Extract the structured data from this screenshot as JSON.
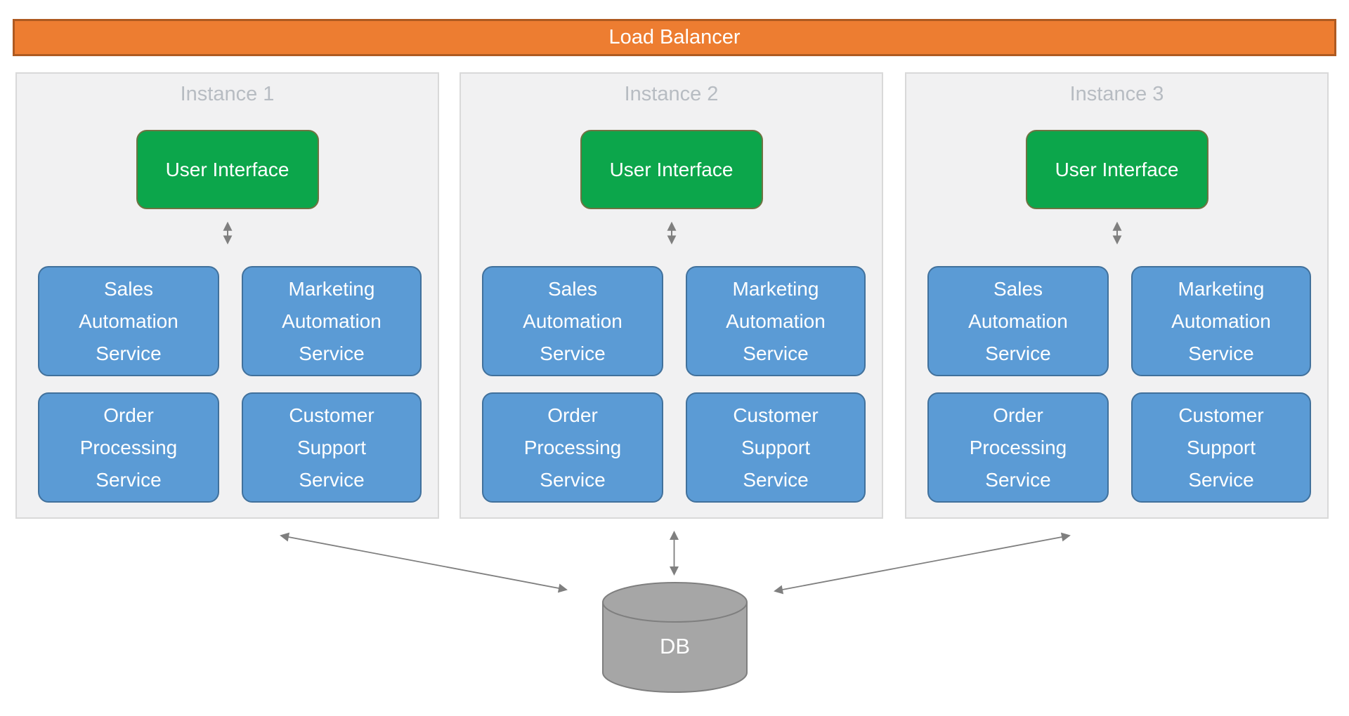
{
  "load_balancer": {
    "label": "Load Balancer",
    "fill": "#ED7D31",
    "border": "#AE5A21",
    "text_color": "#FFFFFF"
  },
  "instances": [
    {
      "title": "Instance 1",
      "ui_label": "User Interface",
      "services": [
        "Sales\nAutomation\nService",
        "Marketing\nAutomation\nService",
        "Order\nProcessing\nService",
        "Customer\nSupport\nService"
      ]
    },
    {
      "title": "Instance 2",
      "ui_label": "User Interface",
      "services": [
        "Sales\nAutomation\nService",
        "Marketing\nAutomation\nService",
        "Order\nProcessing\nService",
        "Customer\nSupport\nService"
      ]
    },
    {
      "title": "Instance 3",
      "ui_label": "User Interface",
      "services": [
        "Sales\nAutomation\nService",
        "Marketing\nAutomation\nService",
        "Order\nProcessing\nService",
        "Customer\nSupport\nService"
      ]
    }
  ],
  "database": {
    "label": "DB",
    "fill": "#A6A6A6",
    "border": "#7F7F7F",
    "text_color": "#FFFFFF"
  },
  "colors": {
    "panel_fill": "#F1F1F2",
    "panel_border": "#D9D9D9",
    "panel_title_text": "#B7BCC2",
    "ui_box_fill": "#0CA64B",
    "ui_box_border": "#6E7342",
    "service_fill": "#5B9BD5",
    "service_border": "#41719C",
    "arrow": "#7F7F7F",
    "background": "#FFFFFF"
  }
}
